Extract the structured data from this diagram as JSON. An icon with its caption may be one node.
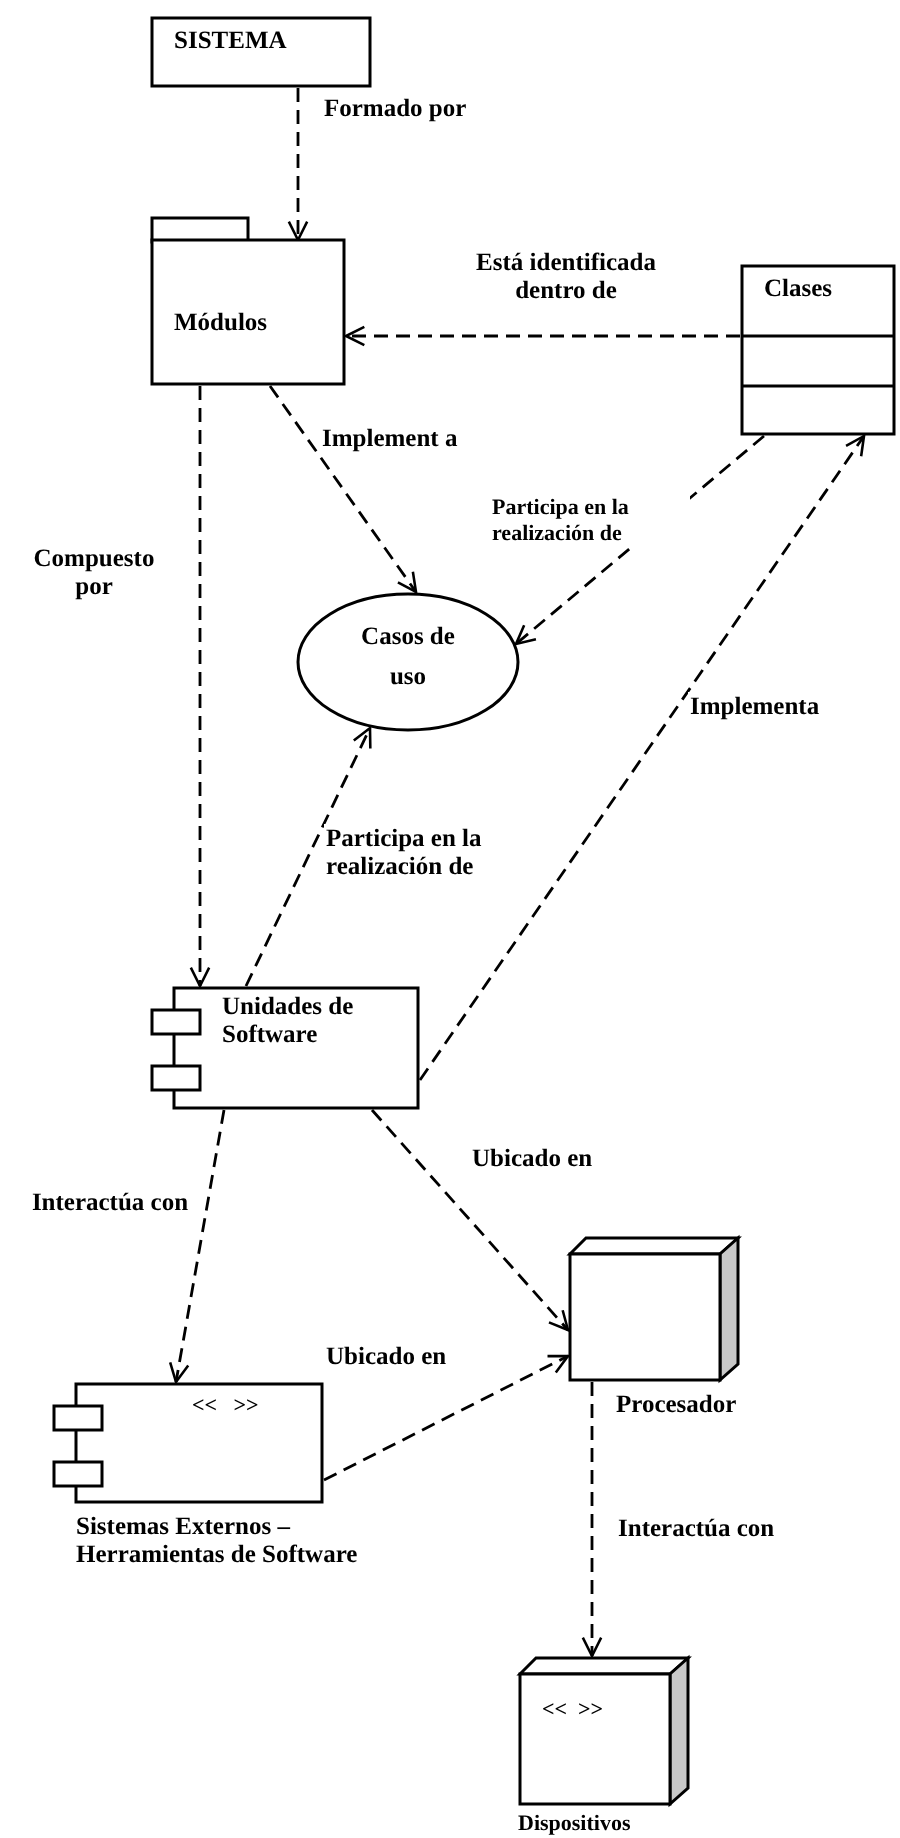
{
  "diagram": {
    "nodes": [
      {
        "text": [
          "SISTEMA"
        ]
      },
      {
        "text": [
          "Módulos"
        ]
      },
      {
        "text": [
          "Clases"
        ]
      },
      {
        "text": [
          "Casos de uso"
        ]
      },
      {
        "text": [
          "Unidades de Software"
        ]
      },
      {
        "text": [
          "<<   >>",
          "Sistemas Externos – Herramientas de Software"
        ]
      },
      {
        "text": [
          "Procesador"
        ]
      },
      {
        "text": [
          "<<  >>",
          "Dispositivos"
        ]
      }
    ],
    "edges": [
      {
        "from": 0,
        "to": 1,
        "arrow": "to",
        "label": "Formado por",
        "style": "dashed"
      },
      {
        "from": 2,
        "to": 1,
        "arrow": "to",
        "label": "Está identificada dentro de",
        "style": "dashed"
      },
      {
        "from": 1,
        "to": 3,
        "arrow": "to",
        "label": "Implement a",
        "style": "dashed"
      },
      {
        "from": 2,
        "to": 3,
        "arrow": "to",
        "label": "Participa en la realización de",
        "style": "dashed"
      },
      {
        "from": 4,
        "to": 3,
        "arrow": "to",
        "label": "Participa en la realización de",
        "style": "dashed"
      },
      {
        "from": 4,
        "to": 2,
        "arrow": "to",
        "label": "Implementa",
        "style": "dashed"
      },
      {
        "from": 1,
        "to": 4,
        "arrow": "to",
        "label": "Compuesto por",
        "style": "dashed"
      },
      {
        "from": 4,
        "to": 5,
        "arrow": "to",
        "label": "Interactúa con",
        "style": "dashed"
      },
      {
        "from": 4,
        "to": 6,
        "arrow": "to",
        "label": "Ubicado en",
        "style": "dashed"
      },
      {
        "from": 5,
        "to": 6,
        "arrow": "to",
        "label": "Ubicado en",
        "style": "dashed"
      },
      {
        "from": 6,
        "to": 7,
        "arrow": "to",
        "label": "Interactúa con",
        "style": "dashed"
      }
    ]
  }
}
